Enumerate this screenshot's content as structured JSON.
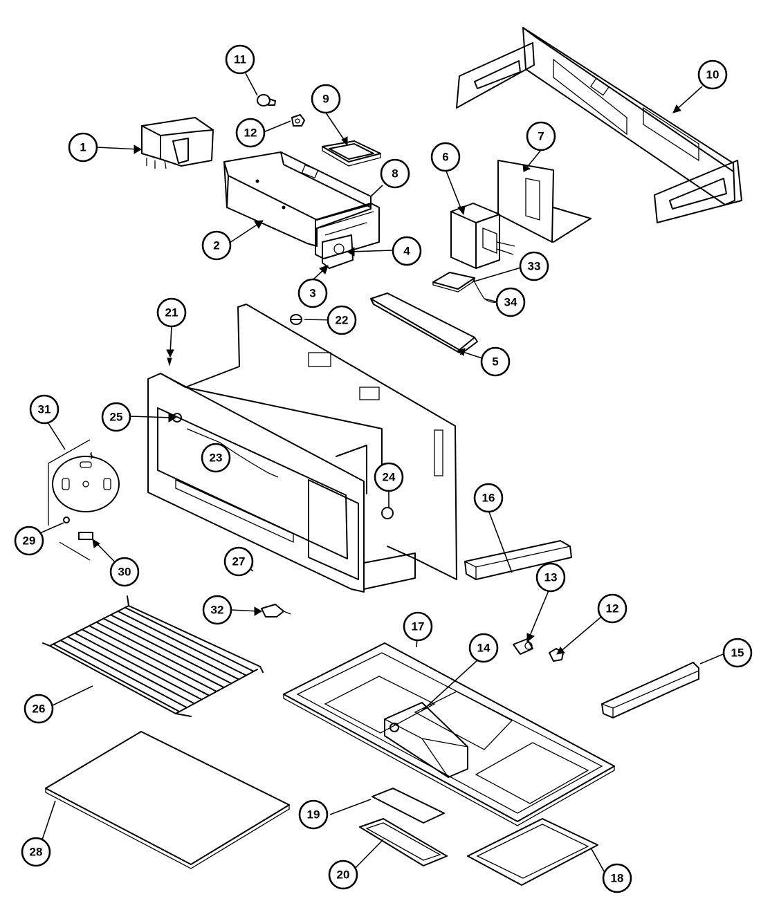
{
  "callouts": [
    {
      "id": "1",
      "label": "1"
    },
    {
      "id": "2",
      "label": "2"
    },
    {
      "id": "3",
      "label": "3"
    },
    {
      "id": "4",
      "label": "4"
    },
    {
      "id": "5",
      "label": "5"
    },
    {
      "id": "6",
      "label": "6"
    },
    {
      "id": "7",
      "label": "7"
    },
    {
      "id": "8",
      "label": "8"
    },
    {
      "id": "9",
      "label": "9"
    },
    {
      "id": "10",
      "label": "10"
    },
    {
      "id": "11",
      "label": "11"
    },
    {
      "id": "12a",
      "label": "12"
    },
    {
      "id": "12b",
      "label": "12"
    },
    {
      "id": "13",
      "label": "13"
    },
    {
      "id": "14",
      "label": "14"
    },
    {
      "id": "15",
      "label": "15"
    },
    {
      "id": "16",
      "label": "16"
    },
    {
      "id": "17",
      "label": "17"
    },
    {
      "id": "18",
      "label": "18"
    },
    {
      "id": "19",
      "label": "19"
    },
    {
      "id": "20",
      "label": "20"
    },
    {
      "id": "21",
      "label": "21"
    },
    {
      "id": "22",
      "label": "22"
    },
    {
      "id": "23",
      "label": "23"
    },
    {
      "id": "24",
      "label": "24"
    },
    {
      "id": "25",
      "label": "25"
    },
    {
      "id": "26",
      "label": "26"
    },
    {
      "id": "27",
      "label": "27"
    },
    {
      "id": "28",
      "label": "28"
    },
    {
      "id": "29",
      "label": "29"
    },
    {
      "id": "30",
      "label": "30"
    },
    {
      "id": "31",
      "label": "31"
    },
    {
      "id": "32",
      "label": "32"
    },
    {
      "id": "33",
      "label": "33"
    },
    {
      "id": "34",
      "label": "34"
    }
  ]
}
